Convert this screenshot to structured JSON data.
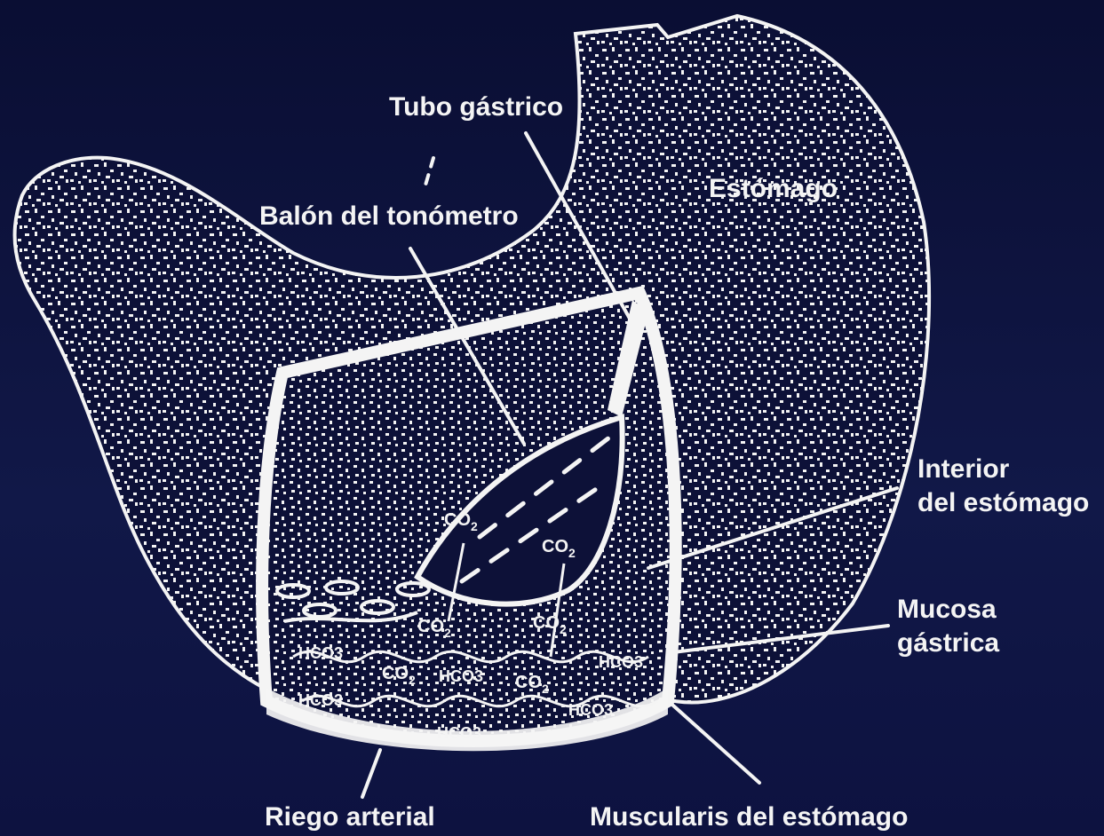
{
  "labels": {
    "tubo_gastrico": "Tubo gástrico",
    "balon_tonometro": "Balón del tonómetro",
    "estomago": "Estómago",
    "interior_line1": "Interior",
    "interior_line2": "del estómago",
    "mucosa_line1": "Mucosa",
    "mucosa_line2": "gástrica",
    "riego_arterial": "Riego arterial",
    "muscularis": "Muscularis del estómago"
  },
  "molecules": {
    "co2": "CO",
    "co2_sub": "2",
    "hco3": "HCO3"
  },
  "colors": {
    "background": "#0d1138",
    "foreground": "#f4f4f4"
  }
}
